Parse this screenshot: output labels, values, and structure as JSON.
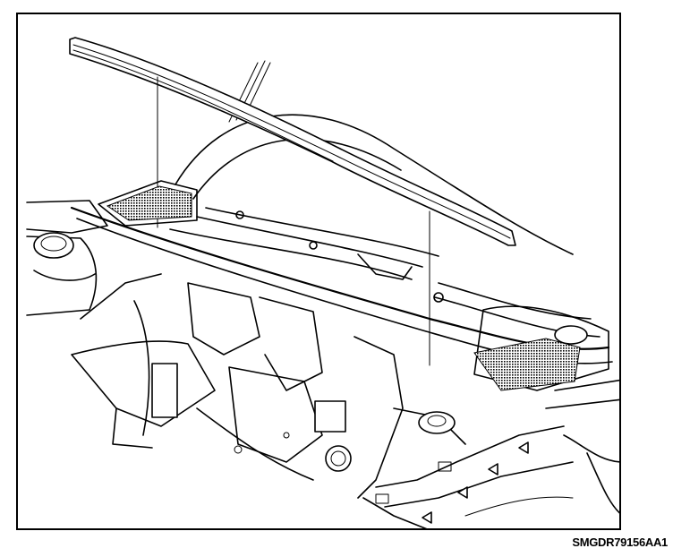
{
  "figure": {
    "code": "SMGDR79156AA1"
  },
  "colors": {
    "line": "#000000",
    "background": "#ffffff"
  },
  "arrows": {
    "count": 4,
    "direction": "left"
  }
}
